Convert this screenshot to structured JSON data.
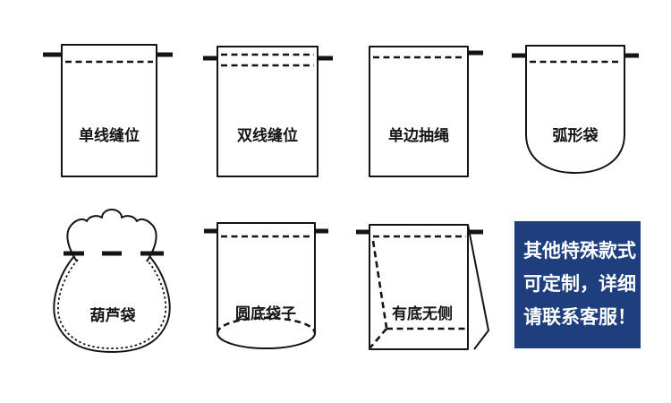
{
  "bags": [
    {
      "label": "单线缝位"
    },
    {
      "label": "双线缝位"
    },
    {
      "label": "单边抽绳"
    },
    {
      "label": "弧形袋"
    },
    {
      "label": "葫芦袋"
    },
    {
      "label": "圆底袋子"
    },
    {
      "label": "有底无侧"
    }
  ],
  "notice": {
    "line1": "其他特殊款式",
    "line2": "可定制，详细",
    "line3": "请联系客服！",
    "background_color": "#1e3e7e",
    "text_color": "#ffffff"
  },
  "colors": {
    "line": "#141414",
    "background": "#ffffff"
  }
}
